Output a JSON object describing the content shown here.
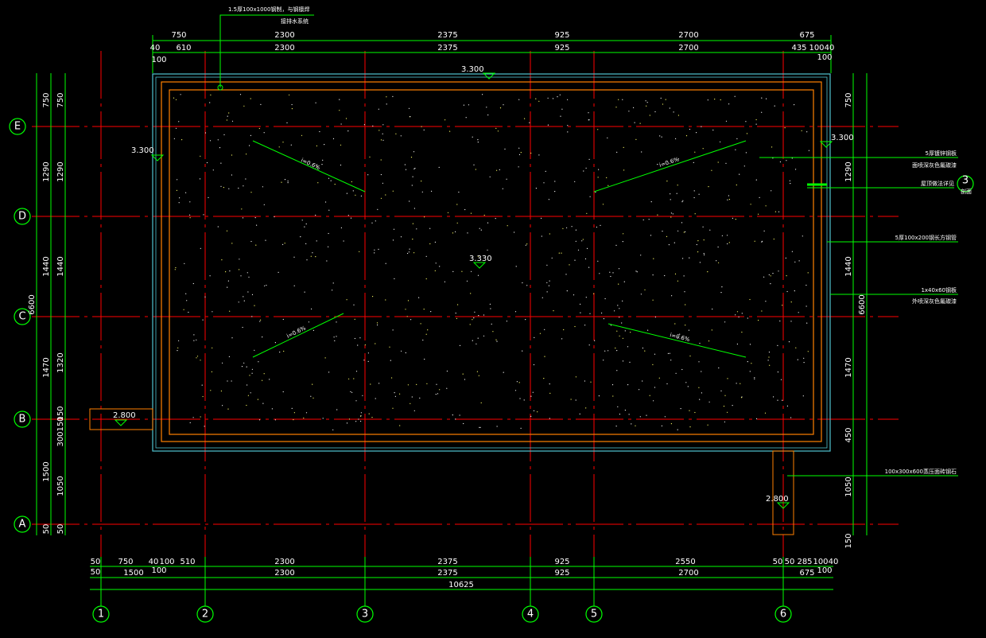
{
  "colors": {
    "background": "#000000",
    "grid_axis": "#ff0000",
    "dimension": "#00ff00",
    "parapet": "#ff8000",
    "outline": "#4fc3d0",
    "text": "#ffffff"
  },
  "axes": {
    "vertical": [
      "1",
      "2",
      "3",
      "4",
      "5",
      "6"
    ],
    "horizontal": [
      "E",
      "D",
      "C",
      "B",
      "A"
    ]
  },
  "dims_top": {
    "row1": [
      "750",
      "2300",
      "2375",
      "925",
      "2700",
      "675"
    ],
    "row2": [
      "40",
      "610",
      "2300",
      "2375",
      "925",
      "2700",
      "435",
      "100",
      "40"
    ],
    "small": [
      "100",
      "100"
    ]
  },
  "dims_bottom": {
    "row1": [
      "50",
      "750",
      "40",
      "100",
      "510",
      "2300",
      "2375",
      "925",
      "2550",
      "50",
      "50",
      "285",
      "100",
      "40"
    ],
    "row2": [
      "50",
      "1500",
      "100",
      "2300",
      "2375",
      "925",
      "2700",
      "675",
      "100"
    ],
    "total": "10625"
  },
  "dims_left": {
    "col_outer": [
      "750",
      "1290",
      "1440",
      "1470",
      "1500",
      "50"
    ],
    "col_inner": [
      "750",
      "1290",
      "1440",
      "1320",
      "150",
      "150",
      "300",
      "1050",
      "50"
    ],
    "total": "6600"
  },
  "dims_right": {
    "col": [
      "750",
      "1290",
      "1440",
      "1470",
      "450",
      "1050",
      "150"
    ],
    "total": "6600"
  },
  "levels": {
    "top_center": "3.300",
    "left": "3.300",
    "right": "3.300",
    "center": "3.330",
    "left_step": "2.800",
    "right_step": "2.800"
  },
  "slopes": [
    "i=0.6%",
    "i=0.6%",
    "i=0.6%",
    "i=0.6%"
  ],
  "notes": {
    "top": [
      "1.5厚100x1000钢制，与钢檩焊",
      "接排水系统"
    ],
    "right": [
      "5厚镀锌钢板",
      "面喷深灰色氟碳漆",
      "屋顶做法详见",
      "5厚100x200钢长方钢管",
      "1x40x60钢板",
      "外喷深灰色氟碳漆",
      "100x300x600蒸压面砖钢石"
    ],
    "section_marker": "3",
    "section_text": "剖面"
  }
}
